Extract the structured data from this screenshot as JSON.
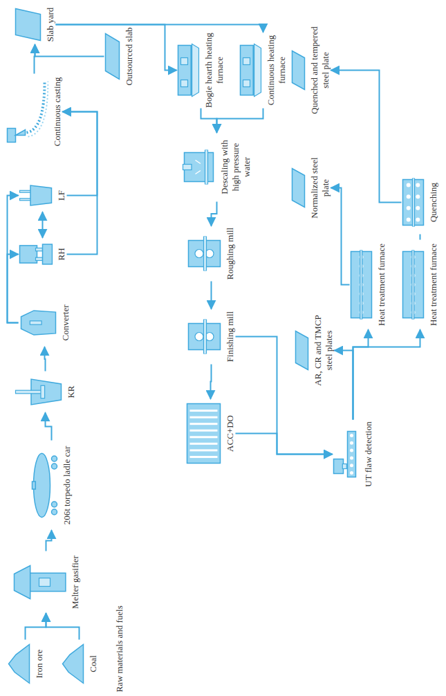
{
  "diagram": {
    "nodes": [
      {
        "text": [
          "Iron ore"
        ]
      },
      {
        "text": [
          "Coal"
        ]
      },
      {
        "text": [
          "Melter gasifier"
        ]
      },
      {
        "text": [
          "206t torpedo ladle car"
        ]
      },
      {
        "text": [
          "KR"
        ]
      },
      {
        "text": [
          "Converter"
        ]
      },
      {
        "text": [
          "RH"
        ]
      },
      {
        "text": [
          "LF"
        ]
      },
      {
        "text": [
          "Continuous casting"
        ]
      },
      {
        "text": [
          "Outsourced slab"
        ]
      },
      {
        "text": [
          "Slab yard"
        ]
      },
      {
        "text": [
          "Bogie hearth heating furnace"
        ]
      },
      {
        "text": [
          "Continuous heating furnace"
        ]
      },
      {
        "text": [
          "Descaling with high pressure water"
        ]
      },
      {
        "text": [
          "Roughing mill"
        ]
      },
      {
        "text": [
          "Finishing mill"
        ]
      },
      {
        "text": [
          "ACC+DO"
        ]
      },
      {
        "text": [
          "UT flaw detection"
        ]
      },
      {
        "text": [
          "AR, CR and TMCP steel plates"
        ]
      },
      {
        "text": [
          "Heat treatment furnace"
        ]
      },
      {
        "text": [
          "Normalized steel plate"
        ]
      },
      {
        "text": [
          "Heat treatment furnace"
        ]
      },
      {
        "text": [
          "Quenching"
        ]
      },
      {
        "text": [
          "Quenched and tempered steel plate"
        ]
      }
    ],
    "edges": [
      {
        "from": 0,
        "to": 2,
        "arrow": "to"
      },
      {
        "from": 1,
        "to": 2,
        "arrow": "to"
      },
      {
        "from": 2,
        "to": 3,
        "arrow": "to"
      },
      {
        "from": 3,
        "to": 4,
        "arrow": "to"
      },
      {
        "from": 4,
        "to": 5,
        "arrow": "to"
      },
      {
        "from": 5,
        "to": 6,
        "arrow": "to"
      },
      {
        "from": 5,
        "to": 7,
        "arrow": "to"
      },
      {
        "from": 6,
        "to": 7,
        "arrow": "both"
      },
      {
        "from": 6,
        "to": 8,
        "arrow": "to"
      },
      {
        "from": 7,
        "to": 8,
        "arrow": "to"
      },
      {
        "from": 8,
        "to": 10,
        "arrow": "to"
      },
      {
        "from": 9,
        "to": 10,
        "arrow": "to"
      },
      {
        "from": 10,
        "to": 11,
        "arrow": "to"
      },
      {
        "from": 10,
        "to": 12,
        "arrow": "to"
      },
      {
        "from": 11,
        "to": 13,
        "arrow": "to"
      },
      {
        "from": 12,
        "to": 13,
        "arrow": "to"
      },
      {
        "from": 13,
        "to": 14,
        "arrow": "to"
      },
      {
        "from": 14,
        "to": 15,
        "arrow": "to"
      },
      {
        "from": 15,
        "to": 16,
        "arrow": "to"
      },
      {
        "from": 16,
        "to": 17,
        "arrow": "to"
      },
      {
        "from": 15,
        "to": 17,
        "arrow": "to"
      },
      {
        "from": 17,
        "to": 18,
        "arrow": "to"
      },
      {
        "from": 17,
        "to": 19,
        "arrow": "to"
      },
      {
        "from": 17,
        "to": 21,
        "arrow": "to"
      },
      {
        "from": 19,
        "to": 20,
        "arrow": "to"
      },
      {
        "from": 21,
        "to": 22,
        "arrow": "none"
      },
      {
        "from": 22,
        "to": 23,
        "arrow": "to"
      }
    ],
    "labels": [
      "Raw materials and fuels"
    ]
  }
}
